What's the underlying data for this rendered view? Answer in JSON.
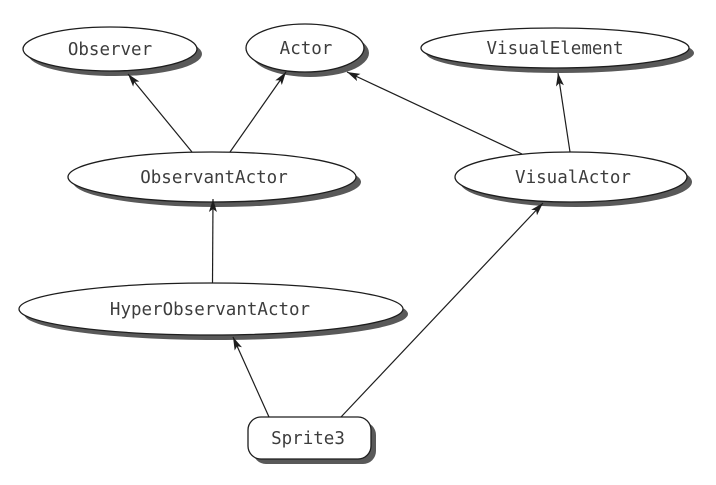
{
  "diagram": {
    "type": "uml-class-inheritance-diagram",
    "background": "#ffffff",
    "colors": {
      "node_fill": "#ffffff",
      "node_outline": "#1d1d1d",
      "node_shadow": "#595959",
      "label_text": "#3d3d3d",
      "edge_line": "#1d1d1d"
    },
    "nodes": {
      "observer": {
        "label": "Observer",
        "shape": "ellipse"
      },
      "actor": {
        "label": "Actor",
        "shape": "ellipse"
      },
      "visual_element": {
        "label": "VisualElement",
        "shape": "ellipse"
      },
      "observant_actor": {
        "label": "ObservantActor",
        "shape": "ellipse"
      },
      "visual_actor": {
        "label": "VisualActor",
        "shape": "ellipse"
      },
      "hyper_observant_actor": {
        "label": "HyperObservantActor",
        "shape": "ellipse"
      },
      "sprite3": {
        "label": "Sprite3",
        "shape": "rounded-rectangle"
      }
    },
    "edges": [
      {
        "from": "ObservantActor",
        "to": "Observer",
        "type": "inheritance-arrow"
      },
      {
        "from": "ObservantActor",
        "to": "Actor",
        "type": "inheritance-arrow"
      },
      {
        "from": "VisualActor",
        "to": "Actor",
        "type": "inheritance-arrow"
      },
      {
        "from": "VisualActor",
        "to": "VisualElement",
        "type": "inheritance-arrow"
      },
      {
        "from": "HyperObservantActor",
        "to": "ObservantActor",
        "type": "inheritance-arrow"
      },
      {
        "from": "Sprite3",
        "to": "HyperObservantActor",
        "type": "inheritance-arrow"
      },
      {
        "from": "Sprite3",
        "to": "VisualActor",
        "type": "inheritance-arrow"
      }
    ]
  }
}
